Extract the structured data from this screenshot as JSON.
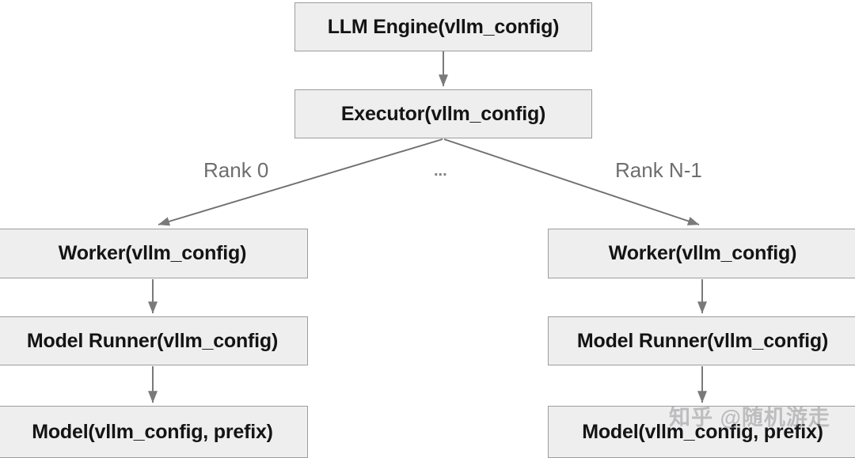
{
  "diagram": {
    "title": "vLLM engine to model instantiation hierarchy",
    "background_color": "#ffffff",
    "node_fill_color": "#eeeeee",
    "node_border_color": "#9c9c9c",
    "node_text_color": "#141414",
    "edge_color": "#7a7a7a",
    "rank_label_color": "#6e6e6e"
  },
  "nodes": {
    "llm_engine": "LLM Engine(vllm_config)",
    "executor": "Executor(vllm_config)",
    "worker_left": "Worker(vllm_config)",
    "model_runner_left": "Model Runner(vllm_config)",
    "model_left": "Model(vllm_config, prefix)",
    "worker_right": "Worker(vllm_config)",
    "model_runner_right": "Model Runner(vllm_config)",
    "model_right": "Model(vllm_config, prefix)"
  },
  "edge_labels": {
    "rank_first": "Rank 0",
    "rank_ellipsis": "...",
    "rank_last": "Rank N-1"
  },
  "watermark": {
    "text": "知乎 @随机游走"
  }
}
